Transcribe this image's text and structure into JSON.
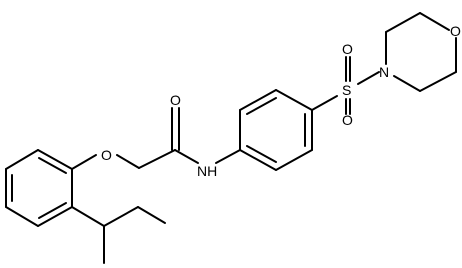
{
  "diagram": {
    "atom_labels": {
      "ether_o": "O",
      "carbonyl_o": "O",
      "amide_nh": "NH",
      "sulfur": "S",
      "sulfonyl_o_top": "O",
      "sulfonyl_o_bottom": "O",
      "morpholine_n": "N",
      "morpholine_o": "O"
    },
    "colors": {
      "bond": "#000000",
      "text": "#000000",
      "background": "#ffffff"
    }
  }
}
